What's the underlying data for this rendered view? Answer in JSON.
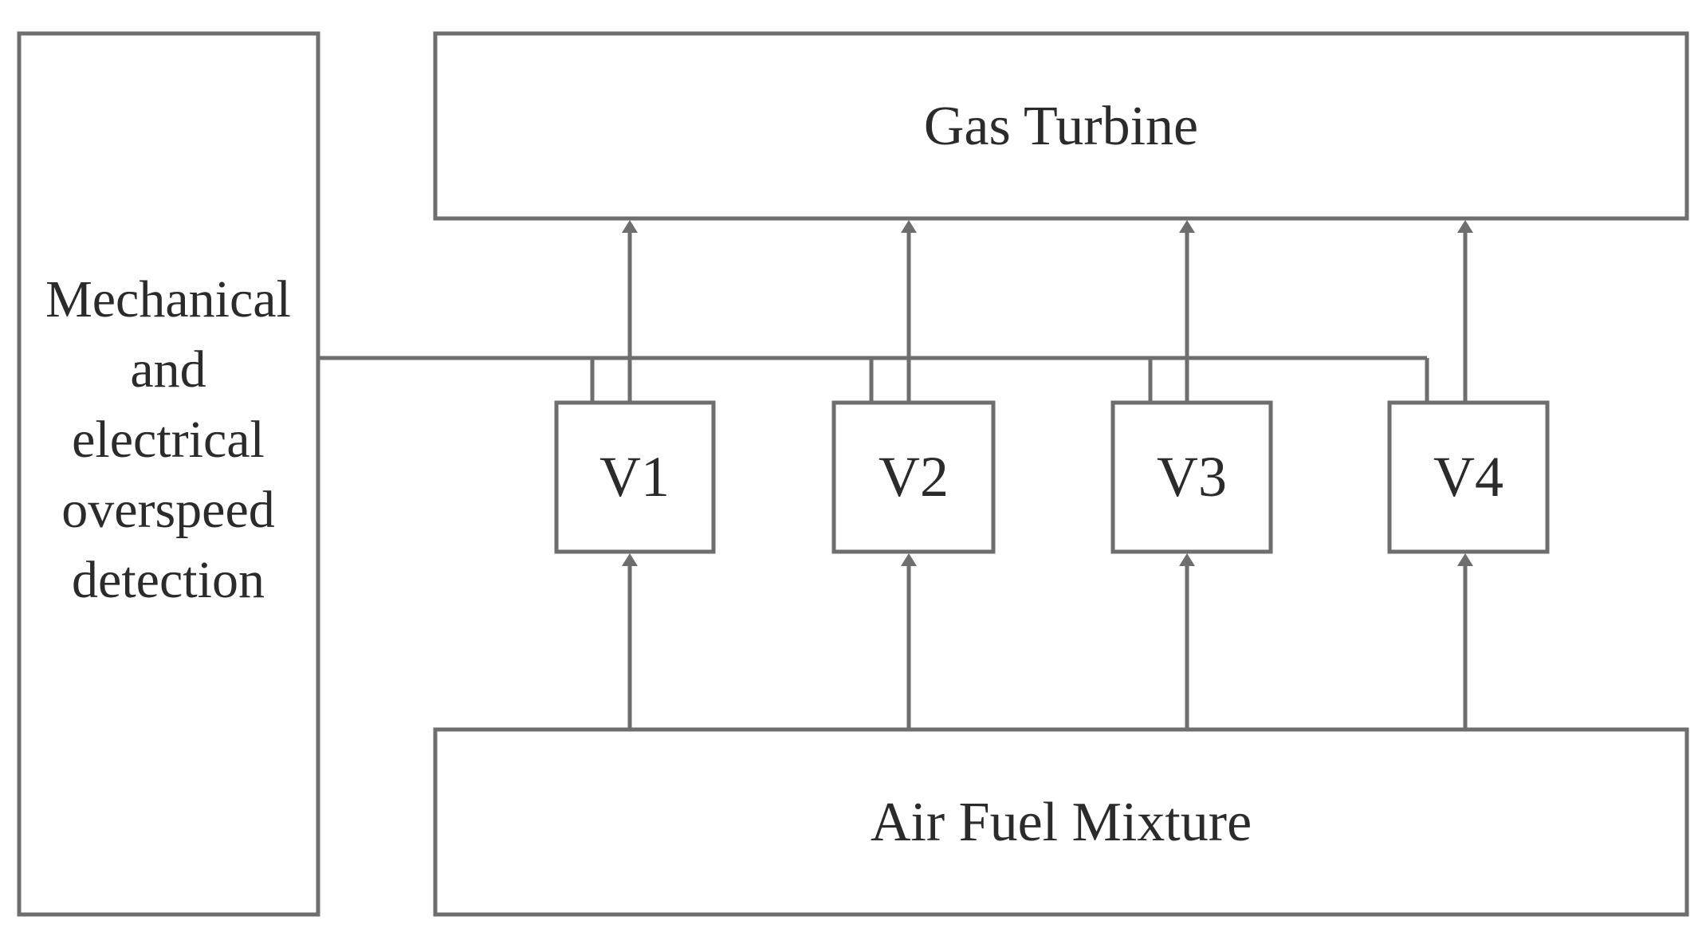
{
  "blocks": {
    "gas_turbine": "Gas Turbine",
    "air_fuel_mixture": "Air Fuel Mixture",
    "overspeed_detection": [
      "Mechanical",
      "and",
      "electrical",
      "overspeed",
      "detection"
    ]
  },
  "valves": [
    "V1",
    "V2",
    "V3",
    "V4"
  ],
  "colors": {
    "line": "#6e6e6e",
    "text": "#2b2b2b",
    "background": "#ffffff"
  }
}
